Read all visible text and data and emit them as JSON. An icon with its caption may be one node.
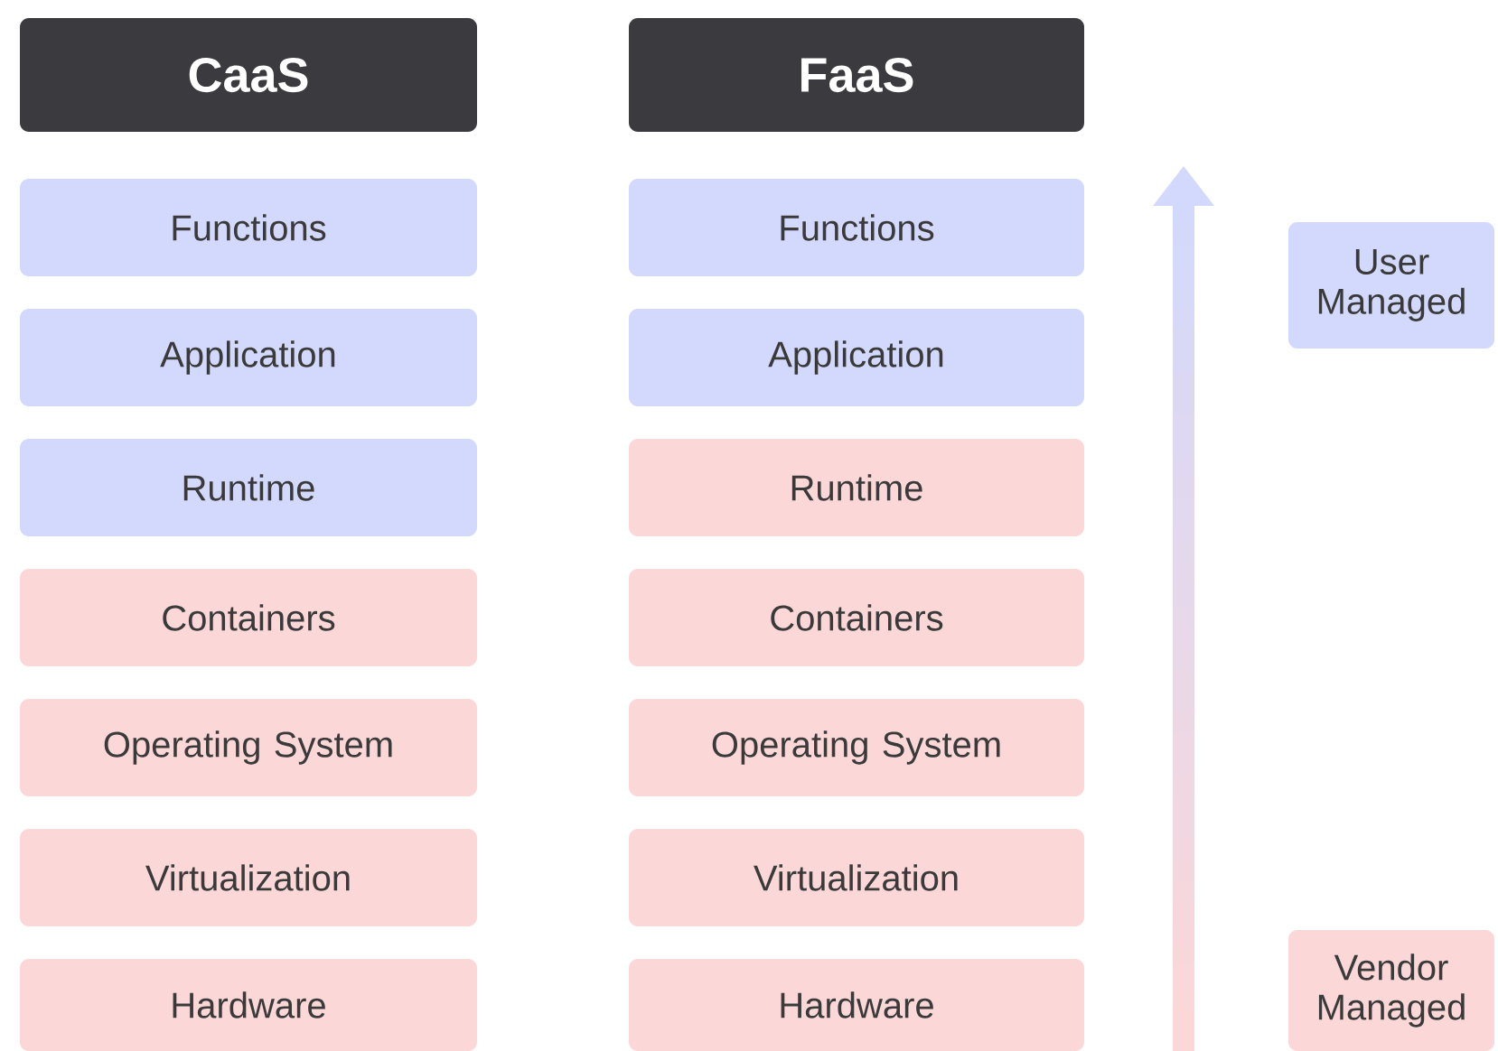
{
  "diagram": {
    "nodes": [
      {
        "text": [
          "CaaS"
        ]
      },
      {
        "text": [
          "Functions"
        ]
      },
      {
        "text": [
          "Application"
        ]
      },
      {
        "text": [
          "Runtime"
        ]
      },
      {
        "text": [
          "Containers"
        ]
      },
      {
        "text": [
          "Operating System"
        ]
      },
      {
        "text": [
          "Virtualization"
        ]
      },
      {
        "text": [
          "Hardware"
        ]
      },
      {
        "text": [
          "FaaS"
        ]
      },
      {
        "text": [
          "Functions"
        ]
      },
      {
        "text": [
          "Application"
        ]
      },
      {
        "text": [
          "Runtime"
        ]
      },
      {
        "text": [
          "Containers"
        ]
      },
      {
        "text": [
          "Operating System"
        ]
      },
      {
        "text": [
          "Virtualization"
        ]
      },
      {
        "text": [
          "Hardware"
        ]
      },
      {
        "text": [
          "User Managed"
        ]
      },
      {
        "text": [
          "Vendor Managed"
        ]
      }
    ]
  }
}
